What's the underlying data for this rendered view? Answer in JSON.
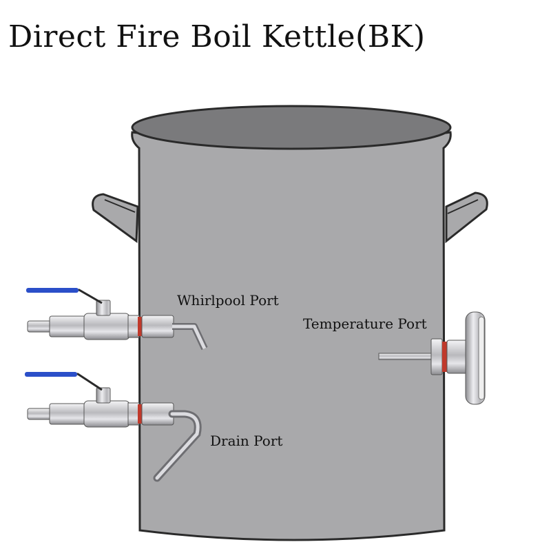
{
  "title": "Direct Fire Boil Kettle(BK)",
  "labels": {
    "whirlpool": "Whirlpool Port",
    "temperature": "Temperature Port",
    "drain": "Drain Port"
  },
  "colors": {
    "kettle_body": "#a9a9ab",
    "kettle_opening": "#7a7a7c",
    "outline": "#2a2a2a",
    "steel": "#c8c8cc",
    "valve_handle": "#2b4fc9",
    "gasket": "#c0392b"
  }
}
